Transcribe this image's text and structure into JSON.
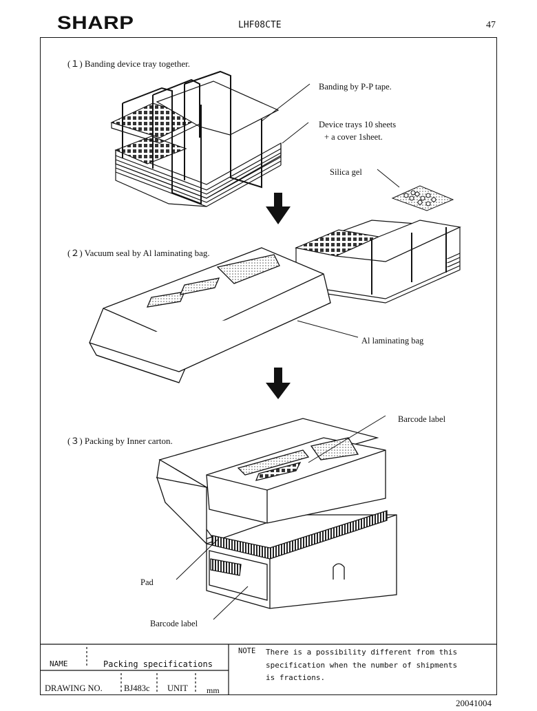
{
  "header": {
    "logo": "SHARP",
    "doc_id": "LHF08CTE",
    "page_number": "47"
  },
  "steps": {
    "step1": "(１) Banding device tray together.",
    "step2": "(２) Vacuum seal by Al laminating bag.",
    "step3": "(３) Packing by Inner carton."
  },
  "labels": {
    "banding": "Banding by P-P tape.",
    "device_trays_line1": "Device trays 10 sheets",
    "device_trays_line2": "+ a cover 1sheet.",
    "silica_gel": "Silica gel",
    "al_bag": "Al laminating bag",
    "barcode_top": "Barcode label",
    "pad": "Pad",
    "barcode_bottom": "Barcode label"
  },
  "title_block": {
    "name_label": "NAME",
    "name_value": "Packing specifications",
    "drawing_no_label": "DRAWING NO.",
    "drawing_no_value": "BJ483c",
    "unit_label": "UNIT",
    "unit_value": "mm",
    "note_label": "NOTE",
    "note_line1": "There is a possibility different from this",
    "note_line2": "specification when the number of shipments",
    "note_line3": "is fractions."
  },
  "footer": {
    "date_code": "20041004"
  }
}
